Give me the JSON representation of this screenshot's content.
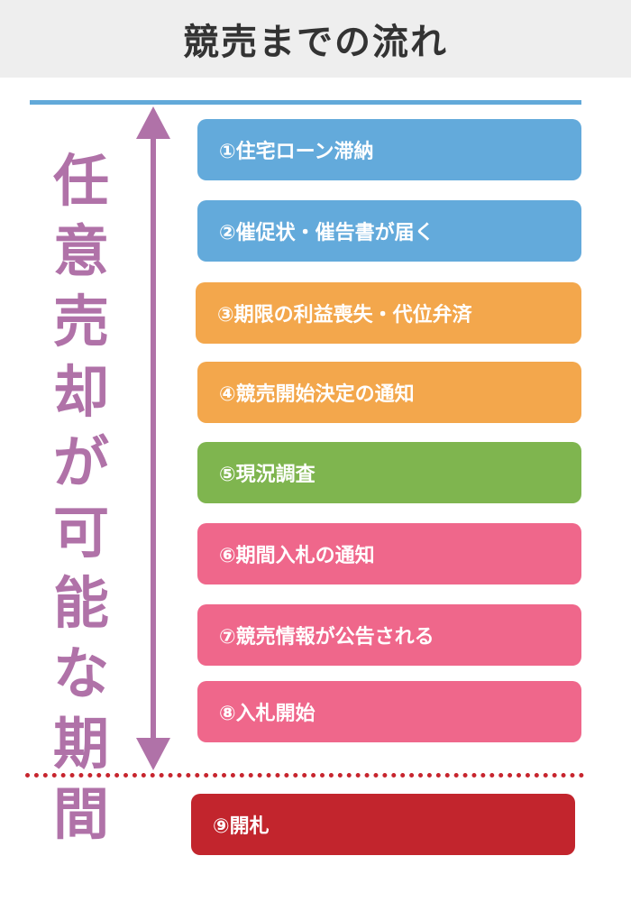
{
  "title": "競売までの流れ",
  "side_label": "任意売却が可能な期間",
  "colors": {
    "blue": "#63aadb",
    "orange": "#f3a74c",
    "green": "#7fb54f",
    "pink": "#ef678b",
    "red": "#c2252d",
    "purple": "#b072a8",
    "top_line": "#62a9d9"
  },
  "steps": [
    {
      "label": "①住宅ローン滞納",
      "color": "blue"
    },
    {
      "label": "②催促状・催告書が届く",
      "color": "blue"
    },
    {
      "label": "③期限の利益喪失・代位弁済",
      "color": "orange"
    },
    {
      "label": "④競売開始決定の通知",
      "color": "orange"
    },
    {
      "label": "⑤現況調査",
      "color": "green"
    },
    {
      "label": "⑥期間入札の通知",
      "color": "pink"
    },
    {
      "label": "⑦競売情報が公告される",
      "color": "pink"
    },
    {
      "label": "⑧入札開始",
      "color": "pink"
    }
  ],
  "final_step": {
    "label": "⑨開札",
    "color": "red"
  }
}
